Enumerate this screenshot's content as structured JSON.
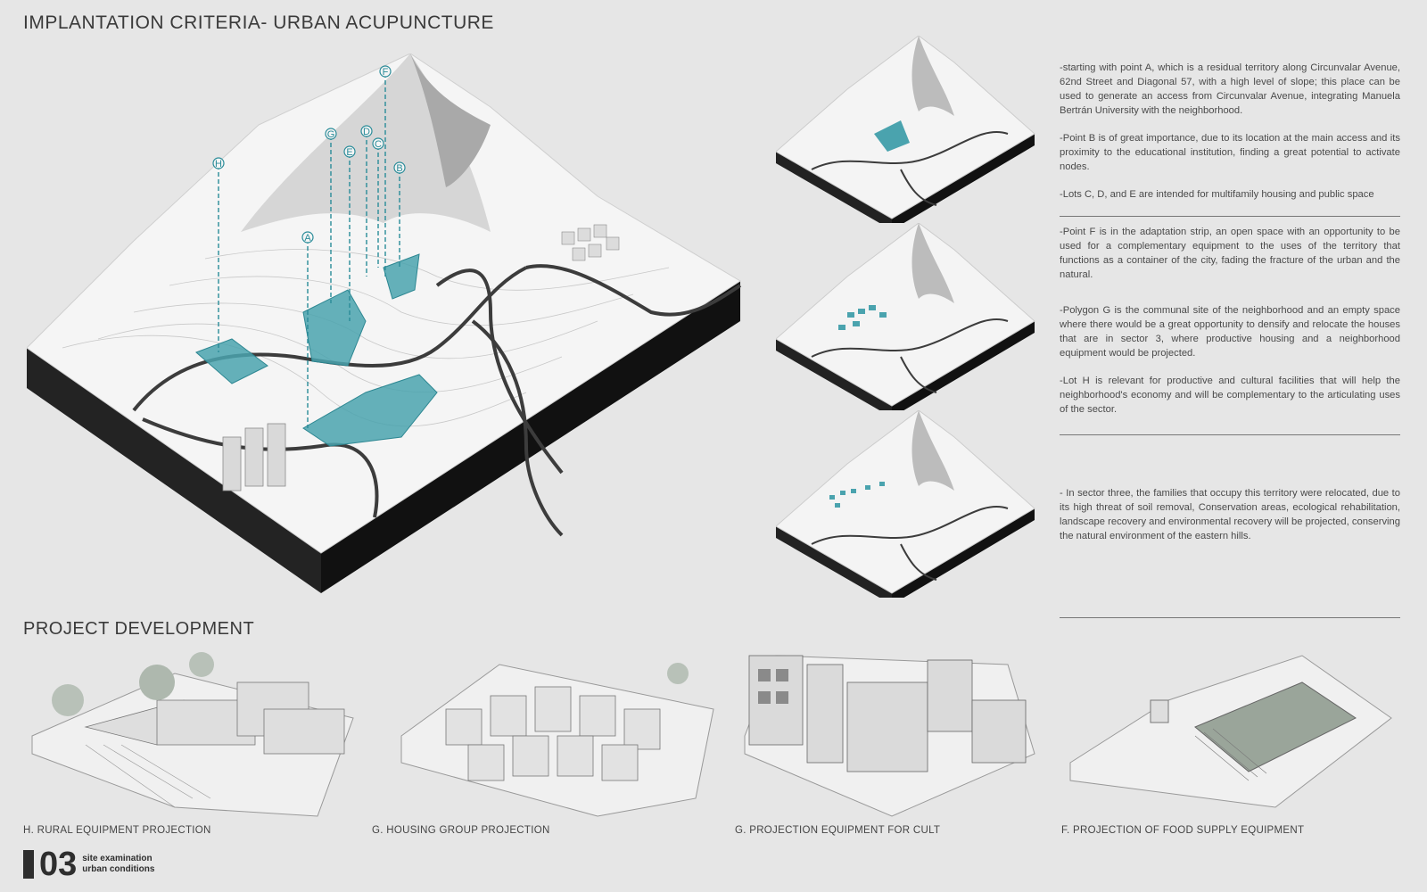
{
  "page_title": "IMPLANTATION CRITERIA- URBAN ACUPUNCTURE",
  "section_title": "PROJECT DEVELOPMENT",
  "colors": {
    "accent": "#4aa3ae",
    "base": "#222222",
    "terrain": "#f4f4f4",
    "background": "#e6e6e6"
  },
  "pins": [
    "H",
    "G",
    "E",
    "D",
    "C",
    "B",
    "A",
    "F"
  ],
  "descriptions": [
    "-starting with point A, which is a residual territory along Circunvalar Avenue, 62nd Street and Diagonal 57, with a high level of slope; this place can be used to generate an access from Circunvalar Avenue, integrating Manuela Bertrán University with the neighborhood.",
    "-Point B is of great importance, due to its location at the  main access and its proximity to the educational institution, finding a great potential to activate nodes.",
    "-Lots C, D, and E are intended for multifamily housing and public space",
    "-Point F is in the adaptation strip, an open space with an opportunity to be used for a complementary equipment to the uses of the territory that functions as a container of the city, fading the fracture of the urban and the natural.",
    "-Polygon G is the communal site of the neighborhood and an empty space where there would be a great opportunity to densify and relocate the houses that are in sector 3, where productive housing and a neighborhood equipment would be projected.",
    "-Lot H is relevant for productive and cultural facilities that will help the neighborhood's economy and will be complementary to the articulating uses of the sector.",
    "- In sector three, the families that occupy this territory were relocated, due to its high threat of soil removal, Conservation areas, ecological rehabilitation, landscape recovery and environmental recovery will be projected, conserving the natural environment of the eastern hills."
  ],
  "projects": [
    {
      "caption": "H. RURAL EQUIPMENT PROJECTION"
    },
    {
      "caption": "G. HOUSING GROUP PROJECTION"
    },
    {
      "caption": "G. PROJECTION EQUIPMENT FOR CULT"
    },
    {
      "caption": "F. PROJECTION OF FOOD SUPPLY EQUIPMENT"
    }
  ],
  "footer": {
    "number": "03",
    "line1": "site examination",
    "line2": "urban conditions"
  }
}
